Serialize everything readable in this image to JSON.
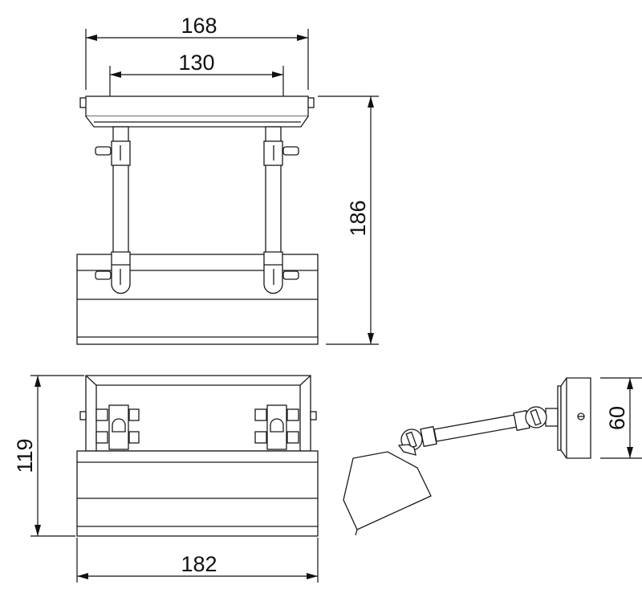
{
  "dimensions": {
    "top_width": "168",
    "rod_spacing": "130",
    "total_height": "186",
    "front_height": "119",
    "front_width": "182",
    "wall_plate_height": "60"
  }
}
